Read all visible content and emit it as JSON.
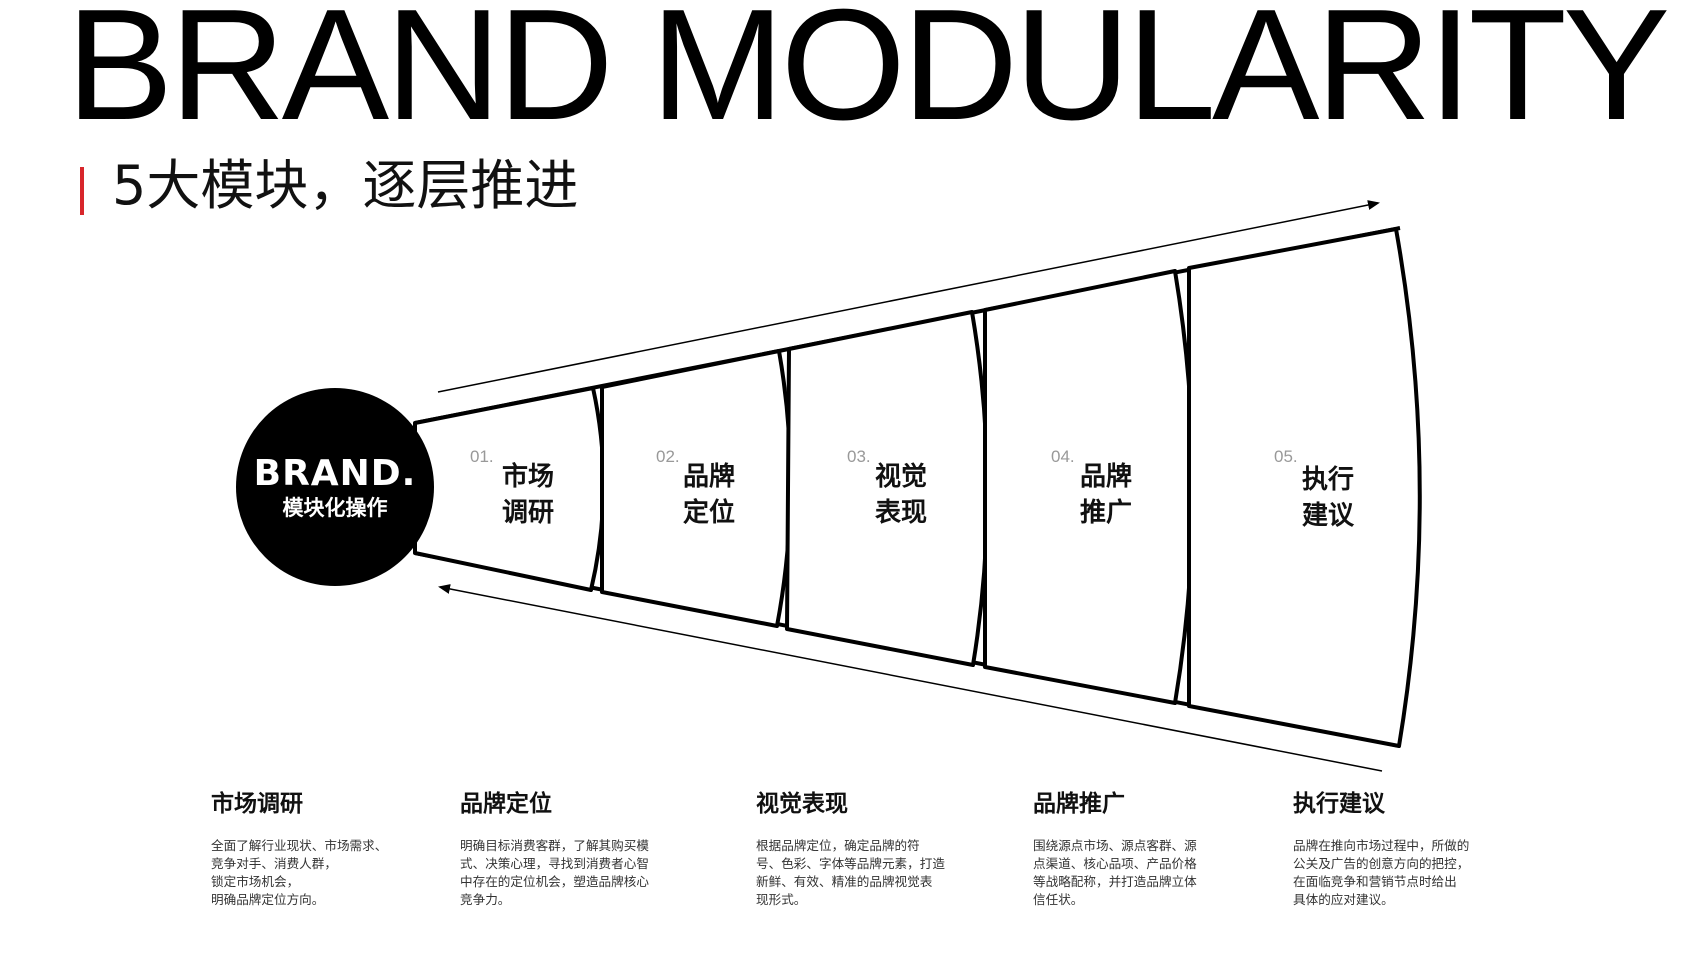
{
  "header": {
    "title": "BRAND MODULARITY",
    "subtitle": "5大模块，逐层推进"
  },
  "hub": {
    "title": "BRAND.",
    "subtitle": "模块化操作"
  },
  "segments": [
    {
      "number": "01.",
      "label": "市场\n调研"
    },
    {
      "number": "02.",
      "label": "品牌\n定位"
    },
    {
      "number": "03.",
      "label": "视觉\n表现"
    },
    {
      "number": "04.",
      "label": "品牌\n推广"
    },
    {
      "number": "05.",
      "label": "执行\n建议"
    }
  ],
  "descriptions": [
    {
      "title": "市场调研",
      "body": "全面了解行业现状、市场需求、\n竞争对手、消费人群，\n锁定市场机会，\n明确品牌定位方向。"
    },
    {
      "title": "品牌定位",
      "body": "明确目标消费客群，了解其购买模\n式、决策心理，寻找到消费者心智\n中存在的定位机会，塑造品牌核心\n竞争力。"
    },
    {
      "title": "视觉表现",
      "body": "根据品牌定位，确定品牌的符\n号、色彩、字体等品牌元素，打造\n新鲜、有效、精准的品牌视觉表\n现形式。"
    },
    {
      "title": "品牌推广",
      "body": "围绕源点市场、源点客群、源\n点渠道、核心品项、产品价格\n等战略配称，并打造品牌立体\n信任状。"
    },
    {
      "title": "执行建议",
      "body": "品牌在推向市场过程中，所做的\n公关及广告的创意方向的把控，\n在面临竞争和营销节点时给出\n具体的应对建议。"
    }
  ],
  "colors": {
    "accent": "#d8262b",
    "ink": "#000000",
    "muted": "#999999"
  }
}
